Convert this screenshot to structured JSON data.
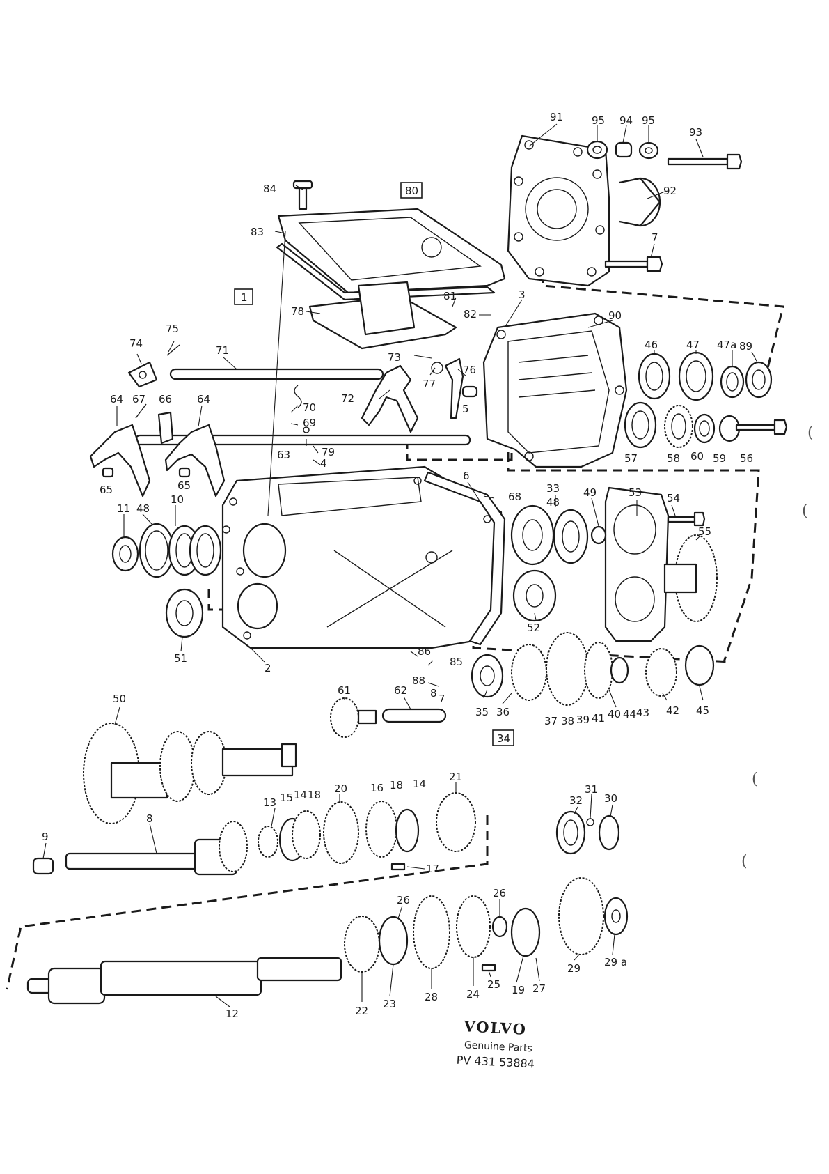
{
  "callouts": [
    {
      "id": "91",
      "label": "91"
    },
    {
      "id": "95a",
      "label": "95"
    },
    {
      "id": "94",
      "label": "94"
    },
    {
      "id": "95b",
      "label": "95"
    },
    {
      "id": "93",
      "label": "93"
    },
    {
      "id": "92",
      "label": "92"
    },
    {
      "id": "7a",
      "label": "7"
    },
    {
      "id": "84",
      "label": "84"
    },
    {
      "id": "83",
      "label": "83"
    },
    {
      "id": "78",
      "label": "78"
    },
    {
      "id": "81",
      "label": "81"
    },
    {
      "id": "82",
      "label": "82"
    },
    {
      "id": "3",
      "label": "3"
    },
    {
      "id": "90",
      "label": "90"
    },
    {
      "id": "75",
      "label": "75"
    },
    {
      "id": "74",
      "label": "74"
    },
    {
      "id": "71",
      "label": "71"
    },
    {
      "id": "73",
      "label": "73"
    },
    {
      "id": "77",
      "label": "77"
    },
    {
      "id": "76",
      "label": "76"
    },
    {
      "id": "5",
      "label": "5"
    },
    {
      "id": "72",
      "label": "72"
    },
    {
      "id": "46",
      "label": "46"
    },
    {
      "id": "47",
      "label": "47"
    },
    {
      "id": "47a",
      "label": "47a"
    },
    {
      "id": "89",
      "label": "89"
    },
    {
      "id": "64a",
      "label": "64"
    },
    {
      "id": "67",
      "label": "67"
    },
    {
      "id": "66",
      "label": "66"
    },
    {
      "id": "64b",
      "label": "64"
    },
    {
      "id": "70",
      "label": "70"
    },
    {
      "id": "69",
      "label": "69"
    },
    {
      "id": "63",
      "label": "63"
    },
    {
      "id": "79",
      "label": "79"
    },
    {
      "id": "4",
      "label": "4"
    },
    {
      "id": "65a",
      "label": "65"
    },
    {
      "id": "65b",
      "label": "65"
    },
    {
      "id": "57",
      "label": "57"
    },
    {
      "id": "58",
      "label": "58"
    },
    {
      "id": "60",
      "label": "60"
    },
    {
      "id": "59",
      "label": "59"
    },
    {
      "id": "56",
      "label": "56"
    },
    {
      "id": "6",
      "label": "6"
    },
    {
      "id": "68",
      "label": "68"
    },
    {
      "id": "33",
      "label": "33"
    },
    {
      "id": "48b",
      "label": "48"
    },
    {
      "id": "49",
      "label": "49"
    },
    {
      "id": "53",
      "label": "53"
    },
    {
      "id": "54",
      "label": "54"
    },
    {
      "id": "11",
      "label": "11"
    },
    {
      "id": "48a",
      "label": "48"
    },
    {
      "id": "10",
      "label": "10"
    },
    {
      "id": "55",
      "label": "55"
    },
    {
      "id": "52",
      "label": "52"
    },
    {
      "id": "51",
      "label": "51"
    },
    {
      "id": "2",
      "label": "2"
    },
    {
      "id": "86",
      "label": "86"
    },
    {
      "id": "85",
      "label": "85"
    },
    {
      "id": "88",
      "label": "88"
    },
    {
      "id": "8b",
      "label": "8"
    },
    {
      "id": "7b",
      "label": "7"
    },
    {
      "id": "35",
      "label": "35"
    },
    {
      "id": "36",
      "label": "36"
    },
    {
      "id": "37",
      "label": "37"
    },
    {
      "id": "38",
      "label": "38"
    },
    {
      "id": "39",
      "label": "39"
    },
    {
      "id": "41",
      "label": "41"
    },
    {
      "id": "40",
      "label": "40"
    },
    {
      "id": "44",
      "label": "44"
    },
    {
      "id": "43",
      "label": "43"
    },
    {
      "id": "42",
      "label": "42"
    },
    {
      "id": "45",
      "label": "45"
    },
    {
      "id": "50",
      "label": "50"
    },
    {
      "id": "61",
      "label": "61"
    },
    {
      "id": "62",
      "label": "62"
    },
    {
      "id": "8a",
      "label": "8"
    },
    {
      "id": "9",
      "label": "9"
    },
    {
      "id": "13",
      "label": "13"
    },
    {
      "id": "15",
      "label": "15"
    },
    {
      "id": "14a",
      "label": "14"
    },
    {
      "id": "18a",
      "label": "18"
    },
    {
      "id": "20",
      "label": "20"
    },
    {
      "id": "16",
      "label": "16"
    },
    {
      "id": "18b",
      "label": "18"
    },
    {
      "id": "14b",
      "label": "14"
    },
    {
      "id": "21",
      "label": "21"
    },
    {
      "id": "17",
      "label": "17"
    },
    {
      "id": "31",
      "label": "31"
    },
    {
      "id": "32",
      "label": "32"
    },
    {
      "id": "30",
      "label": "30"
    },
    {
      "id": "26a",
      "label": "26"
    },
    {
      "id": "26b",
      "label": "26"
    },
    {
      "id": "12",
      "label": "12"
    },
    {
      "id": "22",
      "label": "22"
    },
    {
      "id": "23",
      "label": "23"
    },
    {
      "id": "28",
      "label": "28"
    },
    {
      "id": "24",
      "label": "24"
    },
    {
      "id": "25",
      "label": "25"
    },
    {
      "id": "19",
      "label": "19"
    },
    {
      "id": "27",
      "label": "27"
    },
    {
      "id": "29",
      "label": "29"
    },
    {
      "id": "29a",
      "label": "29 a"
    }
  ],
  "boxed": [
    {
      "id": "80",
      "label": "80"
    },
    {
      "id": "1",
      "label": "1"
    },
    {
      "id": "34",
      "label": "34"
    }
  ],
  "logo": {
    "brand": "VOLVO",
    "subtitle": "Genuine Parts",
    "part_number": "PV 431 53884"
  },
  "margin_marks": [
    "(",
    "(",
    "(",
    "("
  ]
}
